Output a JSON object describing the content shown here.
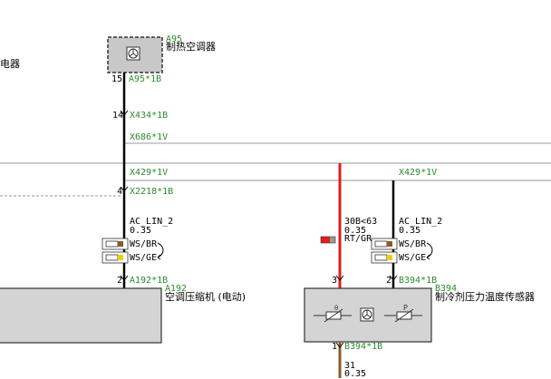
{
  "left_edge_fragment": "电器",
  "a95": {
    "id": "A95",
    "name": "制热空调器",
    "pin": "15",
    "connector": "A95*1B"
  },
  "x434": {
    "pin": "14",
    "connector": "X434*1B"
  },
  "x686": {
    "connector": "X686*1V"
  },
  "x429_left": {
    "connector": "X429*1V"
  },
  "x429_right": {
    "connector": "X429*1V"
  },
  "x2218": {
    "pin": "4",
    "connector": "X2218*1B"
  },
  "wire_left": {
    "signal": "AC_LIN_2",
    "size": "0.35",
    "color1": "WS/BR",
    "color2": "WS/GE"
  },
  "wire_right": {
    "signal": "AC_LIN_2",
    "size": "0.35",
    "color1": "WS/BR",
    "color2": "WS/GE"
  },
  "wire_red": {
    "signal": "30B<63",
    "size": "0.35",
    "color": "RT/GR"
  },
  "a192": {
    "id": "A192",
    "name": "空调压缩机 (电动)",
    "pin": "2",
    "connector": "A192*1B"
  },
  "b394": {
    "id": "B394",
    "name": "制冷剂压力温度传感器",
    "pin_red": "3",
    "pin_lin": "2",
    "connector": "B394*1B",
    "pin_bottom": "1",
    "connector_bottom": "B394*1B"
  },
  "wire_bottom": {
    "number": "31",
    "size": "0.35"
  },
  "colors": {
    "wire_black": "#000000",
    "wire_red": "#e41b1b",
    "wire_brown": "#8b5a2b",
    "label_green": "#2e8b2e",
    "component_fill": "#d4d4d4",
    "a95_fill": "#c8c8c8"
  }
}
